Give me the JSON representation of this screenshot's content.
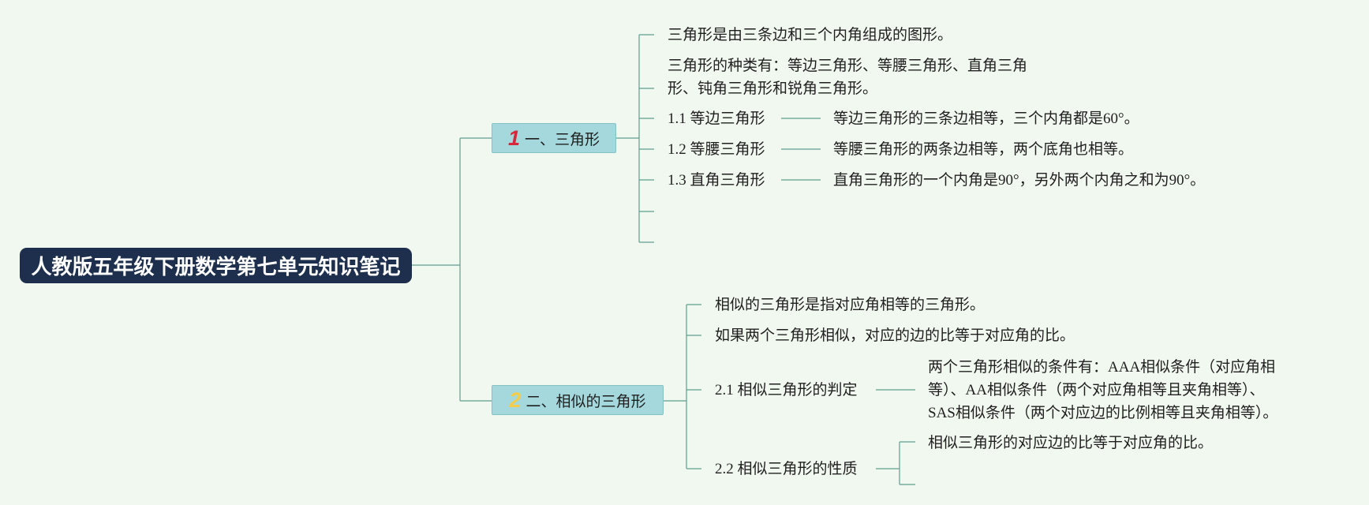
{
  "root": {
    "title": "人教版五年级下册数学第七单元知识笔记"
  },
  "branches": [
    {
      "number": "1",
      "label": "一、三角形",
      "items": [
        {
          "text": "三角形是由三条边和三个内角组成的图形。"
        },
        {
          "lines": [
            "三角形的种类有：等边三角形、等腰三角形、直角三角",
            "形、钝角三角形和锐角三角形。"
          ]
        },
        {
          "label": "1.1 等边三角形",
          "detail": "等边三角形的三条边相等，三个内角都是60°。"
        },
        {
          "label": "1.2 等腰三角形",
          "detail": "等腰三角形的两条边相等，两个底角也相等。"
        },
        {
          "label": "1.3 直角三角形",
          "detail": "直角三角形的一个内角是90°，另外两个内角之和为90°。"
        }
      ]
    },
    {
      "number": "2",
      "label": "二、相似的三角形",
      "items": [
        {
          "text": "相似的三角形是指对应角相等的三角形。"
        },
        {
          "text": "如果两个三角形相似，对应的边的比等于对应角的比。"
        },
        {
          "label": "2.1 相似三角形的判定",
          "lines": [
            "两个三角形相似的条件有：AAA相似条件（对应角相",
            "等）、AA相似条件（两个对应角相等且夹角相等）、",
            "SAS相似条件（两个对应边的比例相等且夹角相等）。"
          ]
        },
        {
          "label": "2.2 相似三角形的性质",
          "detail": "相似三角形的对应边的比等于对应角的比。"
        }
      ]
    }
  ],
  "colors": {
    "background": "#f1f8ef",
    "root_fill": "#1e2f4d",
    "branch_fill": "#a4d8dc",
    "connector": "#5f9e8f",
    "badge_1": "#d6283b",
    "badge_2": "#f4cd4a"
  }
}
